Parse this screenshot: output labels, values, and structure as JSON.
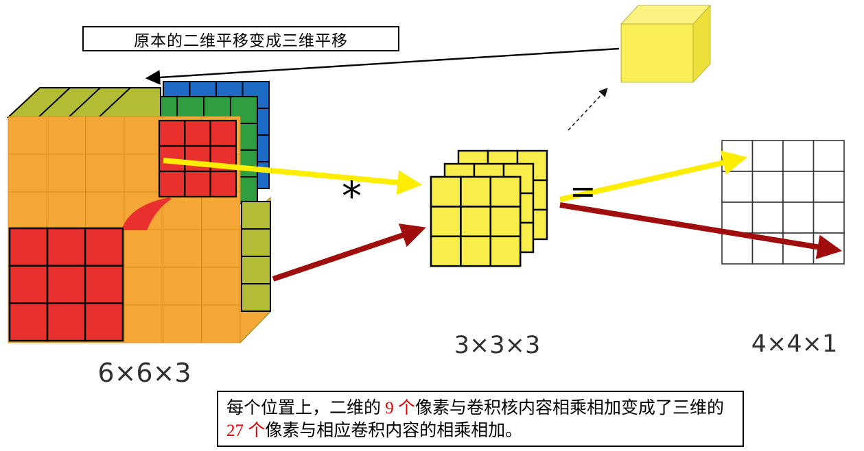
{
  "annotations": {
    "top_note": "原本的二维平移变成三维平移",
    "bottom_note": {
      "part1": "每个位置上，二维的 ",
      "highlight1": "9 个",
      "part2": "像素与卷积核内容相乘相加变成了三维的 ",
      "highlight2": "27 个",
      "part3": "像素与相应卷积内容的相乘相加。"
    }
  },
  "labels": {
    "input_dims": "6×6×3",
    "kernel_dims": "3×3×3",
    "output_dims": "4×4×1",
    "multiply_symbol": "*",
    "equals_symbol": "="
  },
  "colors": {
    "orange": "#F4A636",
    "orange_line": "#D98E1B",
    "red": "#E8312F",
    "blue": "#1E6BC6",
    "green": "#2F9E41",
    "olive": "#B3BC35",
    "kernel_yellow": "#F8ED4B",
    "cube_yellow": "#F9EE55",
    "cube_yellow_light": "#FBF282",
    "cube_yellow_dark": "#EDE03A",
    "arrow_yellow": "#FFED00",
    "arrow_darkred": "#A00D0D",
    "red_text": "#E00000",
    "white": "#FFFFFF"
  }
}
